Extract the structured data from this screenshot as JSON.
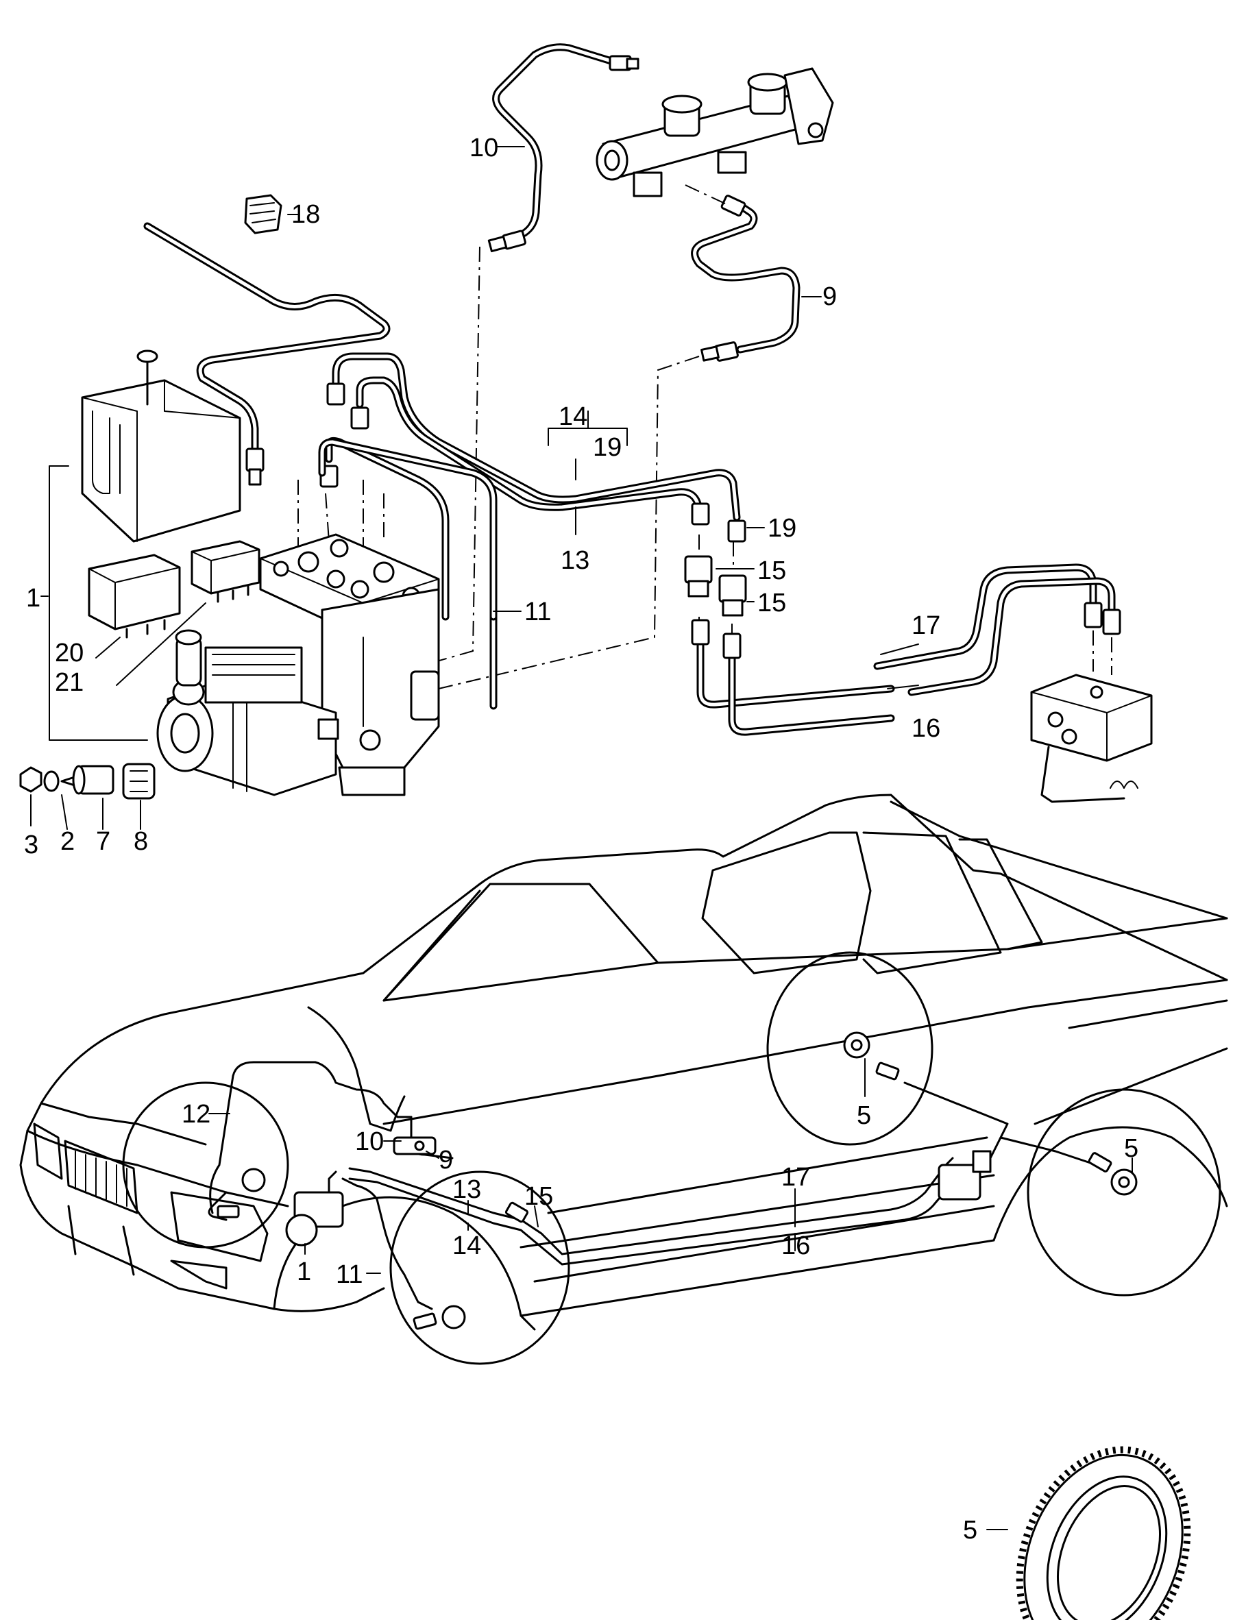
{
  "callouts": [
    {
      "id": "c-1a",
      "text": "1"
    },
    {
      "id": "c-2",
      "text": "2"
    },
    {
      "id": "c-3",
      "text": "3"
    },
    {
      "id": "c-7",
      "text": "7"
    },
    {
      "id": "c-8",
      "text": "8"
    },
    {
      "id": "c-9a",
      "text": "9"
    },
    {
      "id": "c-10a",
      "text": "10"
    },
    {
      "id": "c-11a",
      "text": "11"
    },
    {
      "id": "c-13a",
      "text": "13"
    },
    {
      "id": "c-14a",
      "text": "14"
    },
    {
      "id": "c-15a",
      "text": "15"
    },
    {
      "id": "c-15b",
      "text": "15"
    },
    {
      "id": "c-16a",
      "text": "16"
    },
    {
      "id": "c-17a",
      "text": "17"
    },
    {
      "id": "c-18",
      "text": "18"
    },
    {
      "id": "c-19a",
      "text": "19"
    },
    {
      "id": "c-19b",
      "text": "19"
    },
    {
      "id": "c-20",
      "text": "20"
    },
    {
      "id": "c-21",
      "text": "21"
    },
    {
      "id": "c-12",
      "text": "12"
    },
    {
      "id": "c-10b",
      "text": "10"
    },
    {
      "id": "c-9b",
      "text": "9"
    },
    {
      "id": "c-13b",
      "text": "13"
    },
    {
      "id": "c-15c",
      "text": "15"
    },
    {
      "id": "c-17b",
      "text": "17"
    },
    {
      "id": "c-14b",
      "text": "14"
    },
    {
      "id": "c-16b",
      "text": "16"
    },
    {
      "id": "c-1b",
      "text": "1"
    },
    {
      "id": "c-11b",
      "text": "11"
    },
    {
      "id": "c-5a",
      "text": "5"
    },
    {
      "id": "c-5b",
      "text": "5"
    },
    {
      "id": "c-5c",
      "text": "5"
    }
  ]
}
